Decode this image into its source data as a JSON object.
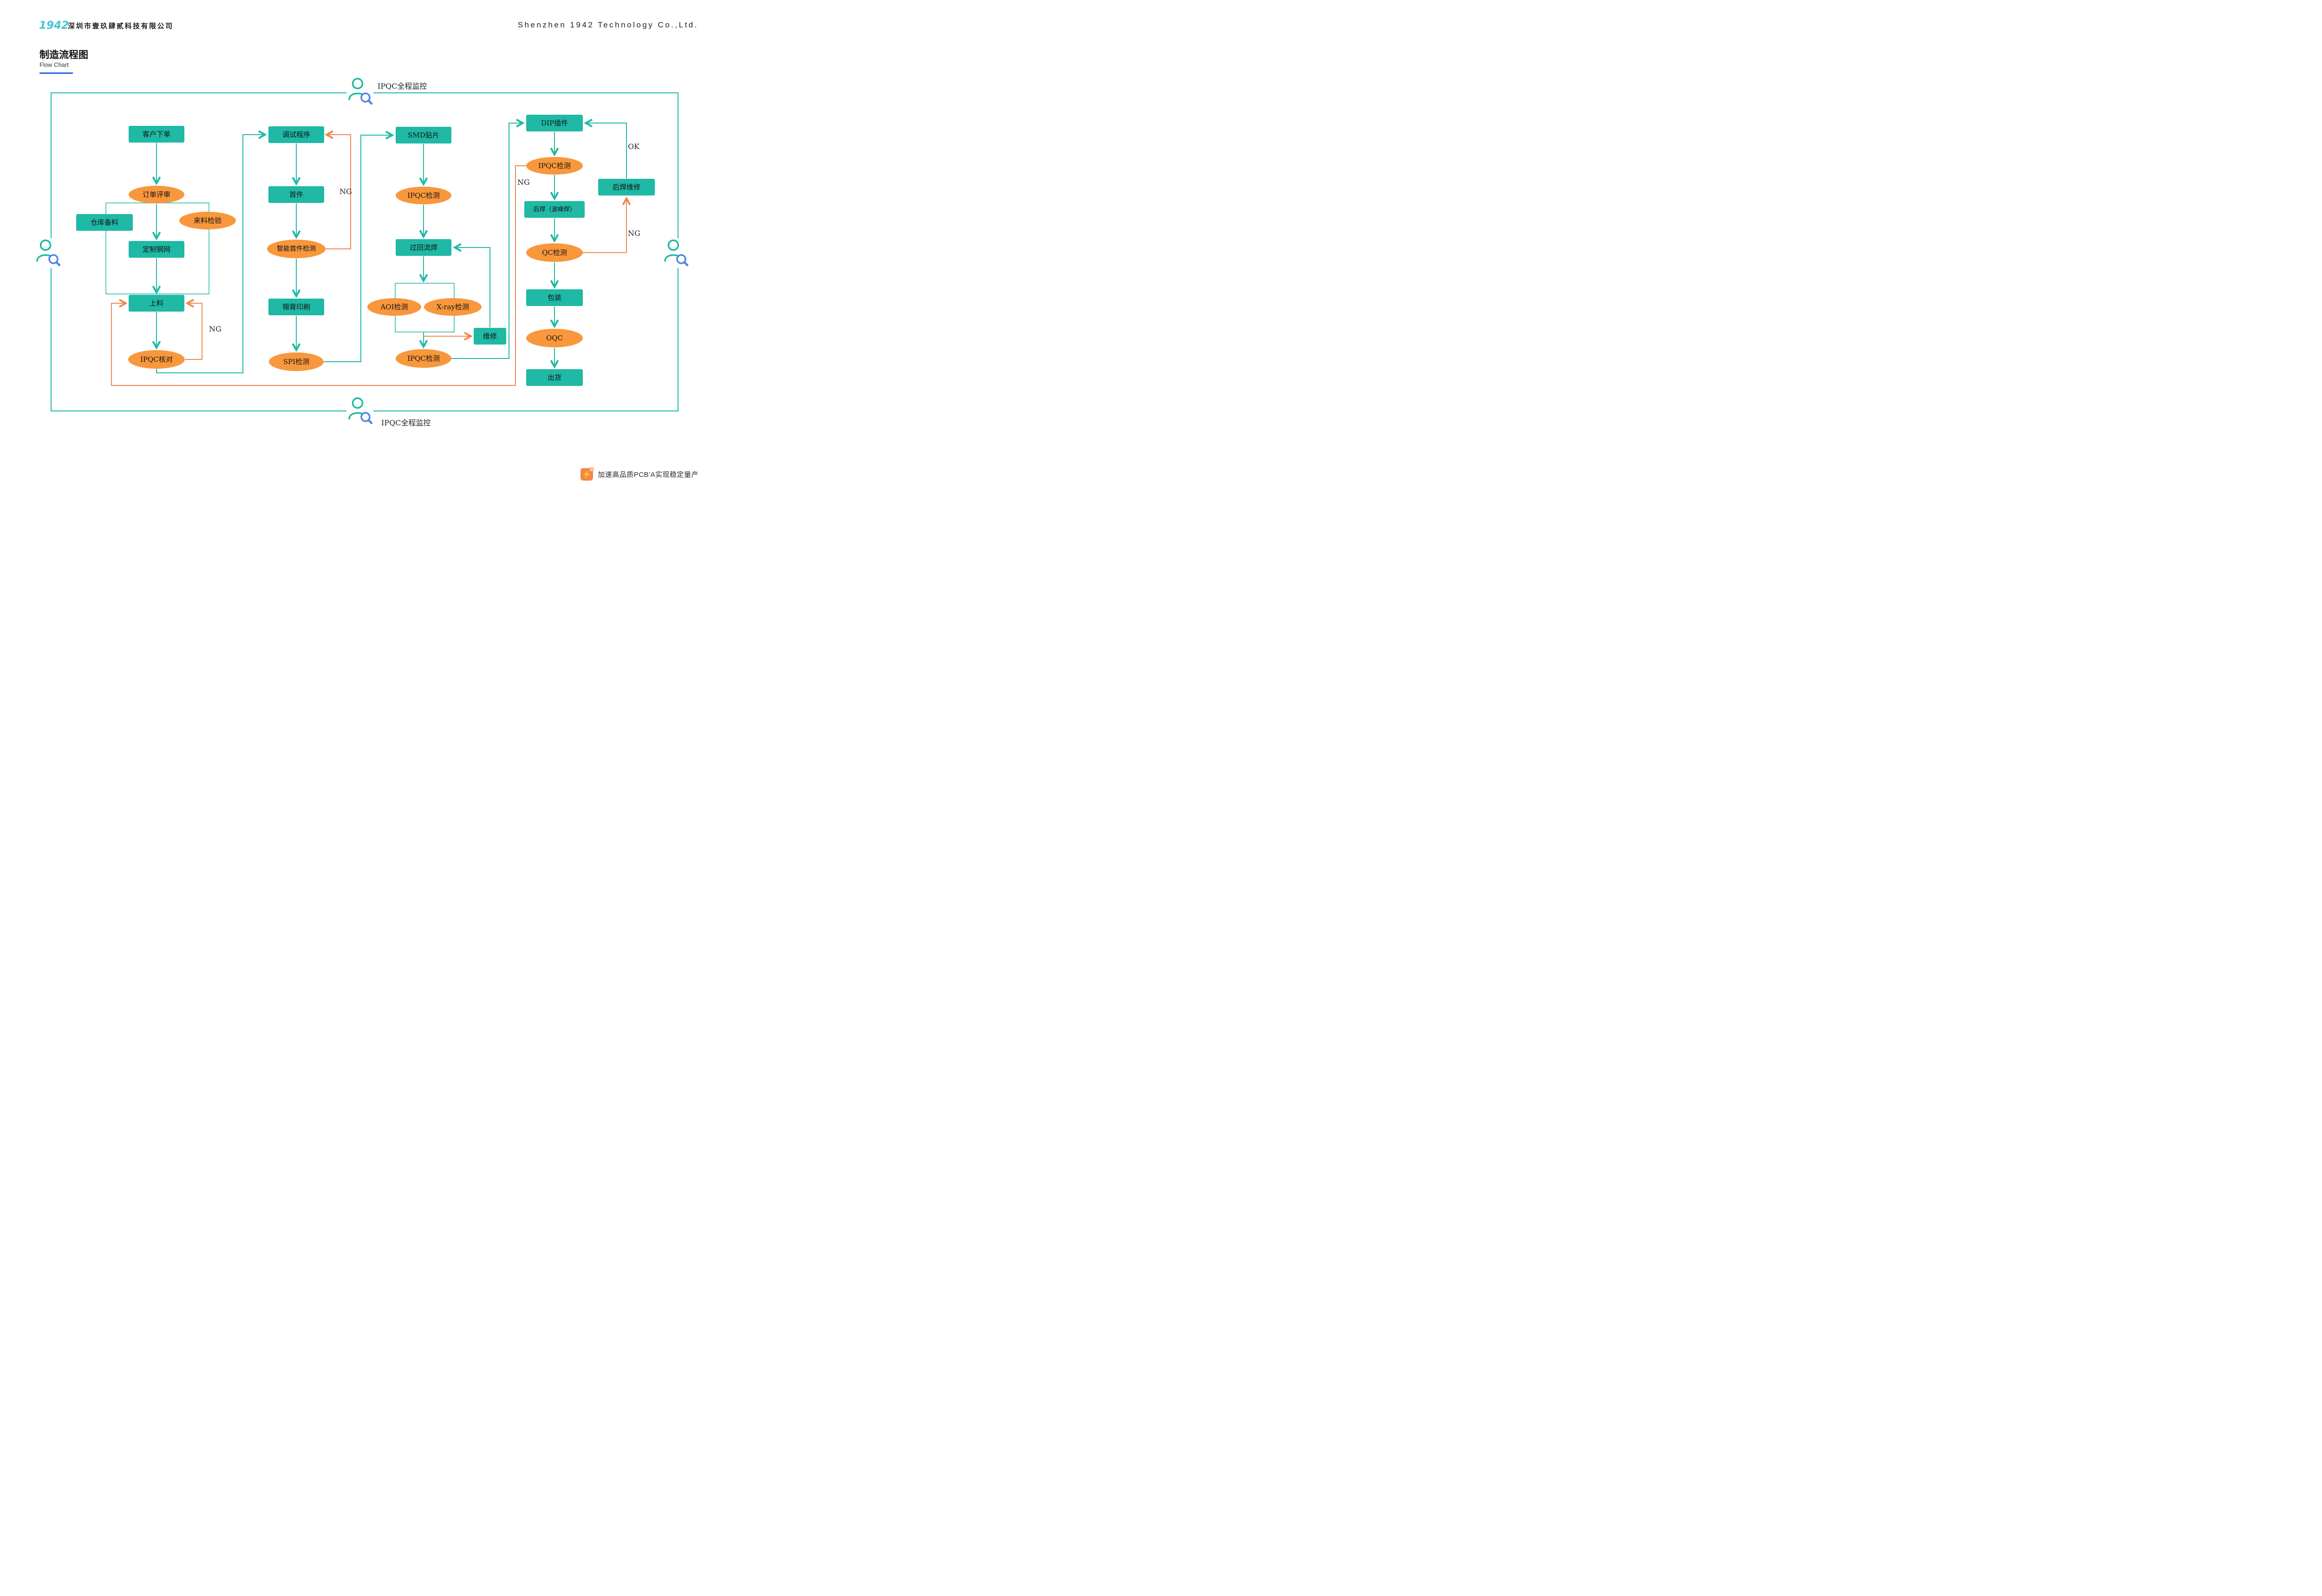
{
  "header": {
    "logo": "1942",
    "company_cn": "深圳市壹玖肆贰科技有限公司",
    "company_en": "Shenzhen 1942 Technology Co.,Ltd.",
    "page_title": "制造流程图",
    "page_subtitle": "Flow Chart"
  },
  "monitor": {
    "top": "IPQC全程监控",
    "bottom": "IPQC全程监控"
  },
  "flow_labels": {
    "ng": "NG",
    "ok": "OK"
  },
  "nodes": {
    "customer_order": "客户下单",
    "order_review": "订单评审",
    "warehouse_prep": "仓库备料",
    "incoming_inspection": "来料检验",
    "custom_stencil": "定制钢网",
    "loading": "上料",
    "ipqc_verify": "IPQC核对",
    "debug_program": "调试程序",
    "first_article": "首件",
    "smart_first_article_check": "智能首件检测",
    "solder_paste_printing": "锡膏印刷",
    "spi_inspection": "SPI检测",
    "smd_placement": "SMD贴片",
    "ipqc_inspection_smd": "IPQC检测",
    "reflow_soldering": "过回流焊",
    "aoi_inspection": "AOI检测",
    "xray_inspection": "X-ray检测",
    "repair": "维修",
    "ipqc_inspection_reflow": "IPQC检测",
    "dip_insertion": "DIP插件",
    "ipqc_inspection_dip": "IPQC检测",
    "wave_soldering": "后焊（波峰焊）",
    "post_weld_repair": "后焊维修",
    "qc_inspection": "QC检测",
    "packing": "包装",
    "oqc": "OQC",
    "shipment": "出货"
  },
  "footer": {
    "slogan": "加速高品质PCB'A实现稳定量产"
  },
  "colors": {
    "teal": "#1FB9A5",
    "node_orange": "#F8973C",
    "line_orange": "#F2874F",
    "magnifier_blue": "#4A86E8",
    "underline_blue": "#2A5CE8",
    "logo_cyan": "#45C5CF"
  }
}
